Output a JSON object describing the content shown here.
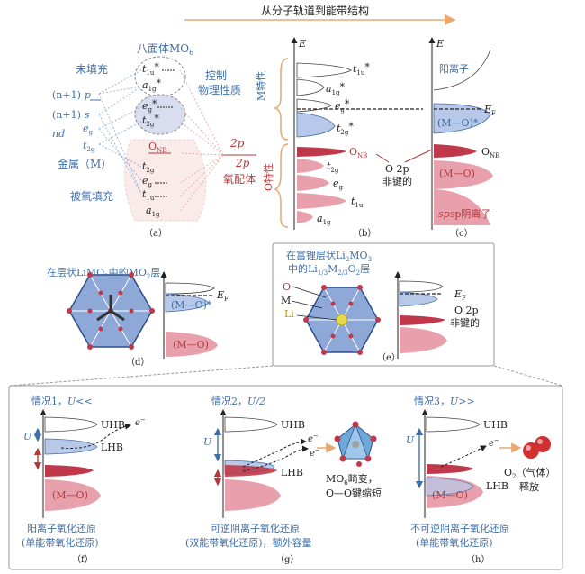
{
  "colors": {
    "blue": "#3f6fa8",
    "red": "#b33a3a",
    "orange": "#e8a870",
    "pink": "#e9a0ad",
    "lightblue": "#b8c8e8"
  },
  "header": {
    "title": "从分子轨道到能带结构"
  },
  "panel_a": {
    "octahedron": "八面体MO",
    "octa_sub": "6",
    "unfilled": "未填充",
    "control1": "控制",
    "control2": "物理性质",
    "np": "(n+1)",
    "np_orb": "p",
    "ns": "(n+1)",
    "ns_orb": "s",
    "nd": "nd",
    "eg_left": "e",
    "eg_sub": "g",
    "t2g_left": "t",
    "t2g_sub": "2g",
    "metal": "金属（M）",
    "filled": "被氧填充",
    "onb": "O",
    "onb_sub": "NB",
    "o2p_top": "2p",
    "o2p_bot": "2p",
    "ligand": "氧配体",
    "t1u": "t",
    "t1u_sub": "1u",
    "a1g": "a",
    "a1g_sub": "1g",
    "eg": "e",
    "t2g": "t",
    "star": "*",
    "caption": "（a）"
  },
  "panel_b": {
    "E": "E",
    "m_char": "M特性",
    "o_char": "O特性",
    "onb": "O",
    "onb_sub": "NB",
    "o2p": "O 2p",
    "nonbond": "非键的",
    "t1u": "t",
    "t1u_sub": "1u",
    "a1g": "a",
    "a1g_sub": "1g",
    "eg": "e",
    "eg_sub": "g",
    "t2g": "t",
    "t2g_sub": "2g",
    "star": "*",
    "caption": "（b）"
  },
  "panel_c": {
    "E": "E",
    "cation": "阳离子",
    "ef": "E",
    "ef_sub": "F",
    "mo_star": "(M—O)*",
    "onb": "O",
    "onb_sub": "NB",
    "mo": "(M—O)",
    "sp_anion": "sp阴离子",
    "caption": "（c）"
  },
  "panel_d": {
    "title": "在层状LiMO",
    "title2": "中的MO",
    "title3": "层",
    "mo_star": "(M—O)*",
    "ef": "E",
    "ef_sub": "F",
    "mo": "(M—O)",
    "caption": "（d）"
  },
  "panel_e": {
    "title1": "在富锂层状Li",
    "title1b": "MO",
    "title2": "中的Li",
    "title2b": "M",
    "title2c": "O",
    "title2d": "层",
    "o": "O",
    "m": "M",
    "li": "Li",
    "ef": "E",
    "ef_sub": "F",
    "o2p": "O 2p",
    "nonbond": "非键的",
    "caption": "（e）"
  },
  "panel_f": {
    "case": "情况1，",
    "u_cond": "U<<",
    "uhb": "UHB",
    "lhb": "LHB",
    "u": "U",
    "e": "e",
    "mo": "(M—O)",
    "desc1": "阳离子氧化还原",
    "desc2": "(单能带氧化还原)",
    "caption": "（f）"
  },
  "panel_g": {
    "case": "情况2，",
    "u_cond": "U/2",
    "uhb": "UHB",
    "lhb": "LHB",
    "u": "U",
    "e": "e",
    "mo6": "MO",
    "mo6b": "畸变，",
    "oo": "O—O键缩短",
    "desc1": "可逆阴离子氧化还原",
    "desc2": "(双能带氧化还原)，额外容量",
    "caption": "（g）"
  },
  "panel_h": {
    "case": "情况3，",
    "u_cond": "U>>",
    "uhb": "UHB",
    "lhb": "LHB",
    "u": "U",
    "e": "e",
    "mo": "(M—O)",
    "o2": "O",
    "gas": "（气体）",
    "release": "释放",
    "desc1": "不可逆阴离子氧化还原",
    "desc2": "(单能带氧化还原)",
    "caption": "（h）"
  }
}
